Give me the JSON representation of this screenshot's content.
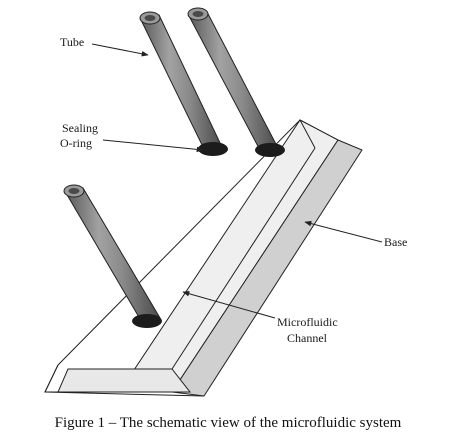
{
  "labels": {
    "tube": "Tube",
    "sealing_line1": "Sealing",
    "sealing_line2": "O-ring",
    "base": "Base",
    "channel_line1": "Microfluidic",
    "channel_line2": "Channel"
  },
  "caption": "Figure 1 – The schematic view of the microfluidic system",
  "colors": {
    "line": "#222222",
    "tube_fill": "#8a8a8a",
    "oring": "#1c1c1c",
    "base_side": "#d0d0d0"
  }
}
